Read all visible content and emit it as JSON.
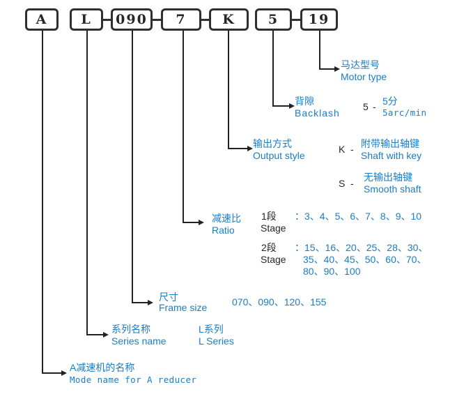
{
  "codes": [
    "A",
    "L",
    "090",
    "7",
    "K",
    "5",
    "19"
  ],
  "separator": "-",
  "motor_type": {
    "cn": "马达型号",
    "en": "Motor type"
  },
  "backlash": {
    "cn": "背隙",
    "en": "Backlash",
    "key": "5",
    "sep": "-",
    "value_cn": "5分",
    "value_en": "5arc/min"
  },
  "output_style": {
    "cn": "输出方式",
    "en": "Output style",
    "options": [
      {
        "key": "K",
        "sep": "-",
        "cn": "附带输出轴键",
        "en": "Shaft with key"
      },
      {
        "key": "S",
        "sep": "-",
        "cn": "无输出轴键",
        "en": "Smooth shaft"
      }
    ]
  },
  "ratio": {
    "cn": "减速比",
    "en": "Ratio",
    "stage1": {
      "cn": "1段",
      "en": "Stage",
      "values": "：3、4、5、6、7、8、9、10"
    },
    "stage2": {
      "cn": "2段",
      "en": "Stage",
      "values": [
        "：15、16、20、25、28、30、",
        "35、40、45、50、60、70、",
        "80、90、100"
      ]
    }
  },
  "frame_size": {
    "cn": "尺寸",
    "en": "Frame size",
    "values": "070、090、120、155"
  },
  "series_name": {
    "cn": "系列名称",
    "en": "Series name",
    "value_cn": "L系列",
    "value_en": "L Series"
  },
  "mode_name": {
    "cn": "A减速机的名称",
    "en": "Mode name for A reducer"
  },
  "colors": {
    "label": "#1b7cc6",
    "value": "#262626",
    "line": "#222222",
    "box_border": "#2f2f2f"
  }
}
